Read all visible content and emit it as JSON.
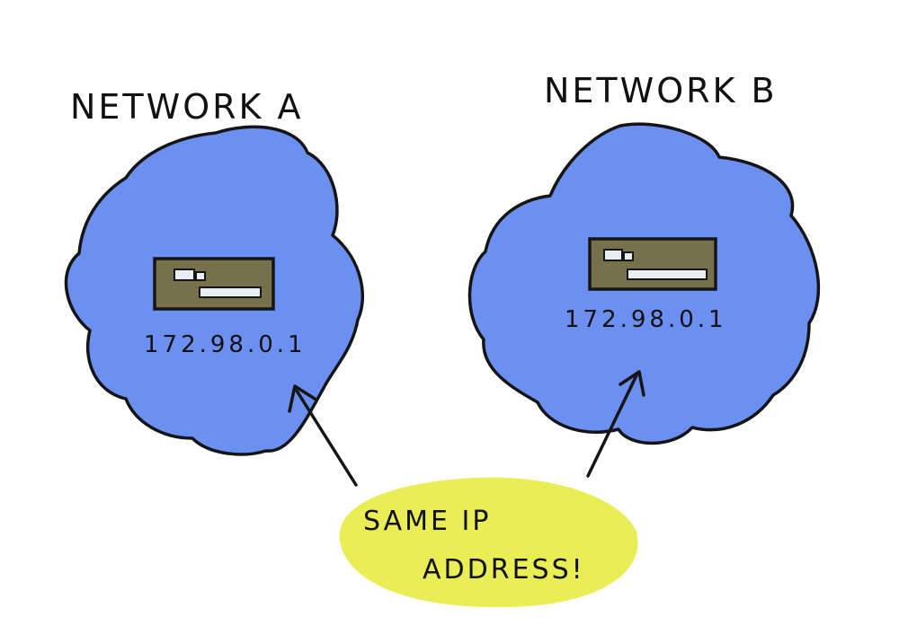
{
  "networks": [
    {
      "title": "NETWORK A",
      "ip_address": "172.98.0.1"
    },
    {
      "title": "NETWORK B",
      "ip_address": "172.98.0.1"
    }
  ],
  "callout": {
    "line1": "SAME IP",
    "line2": "ADDRESS!"
  },
  "colors": {
    "cloud_fill": "#6c8ff2",
    "cloud_stroke": "#151515",
    "router_fill": "#77704d",
    "router_light": "#e9eef2",
    "callout_fill": "#e9ee54",
    "ink": "#111111",
    "background": "#ffffff"
  },
  "icons": [
    "router-icon",
    "router-icon",
    "arrow-icon",
    "arrow-icon"
  ]
}
